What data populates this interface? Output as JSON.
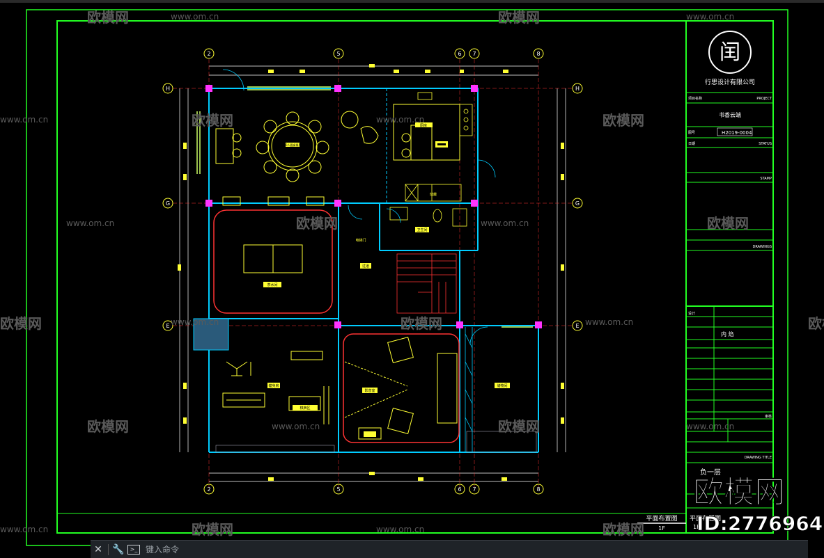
{
  "watermark": {
    "brand": "欧模网",
    "site": "www.om.cn",
    "big_brand": "欧模网",
    "id_label": "ID:2776964"
  },
  "title_block": {
    "logo_glyph": "闰",
    "company": "行思设计有限公司",
    "project_name": "书香云端",
    "drawing_no": "H2019-0004",
    "designer": "内 焰",
    "drawing_title": "负一层",
    "sheet_name": "平面布置图",
    "sheet_scale": "1F",
    "plan_label": "平面布置图",
    "plan_scale": "1F",
    "small_labels": {
      "project": "项目名称",
      "project_en": "PROJECT",
      "no": "图号",
      "status": "STATUS",
      "date": "日期",
      "stamp": "STAMP",
      "drawings": "DRAWINGS",
      "title": "DRAWING TITLE",
      "approved": "审核",
      "designed": "设计"
    }
  },
  "grid": {
    "top_cols": [
      "2",
      "5",
      "6",
      "7",
      "8"
    ],
    "bottom_cols": [
      "2",
      "5",
      "6",
      "7",
      "8"
    ],
    "rows": [
      "H",
      "G",
      "E"
    ]
  },
  "rooms": {
    "dining": "10人圆桌餐厅",
    "kitchen": "厨房",
    "pantry": "储藏",
    "bath": "卫生间",
    "lift": "电梯门",
    "corridor": "过道",
    "tea": "茶水间",
    "gym": "健身房",
    "study": "影音室",
    "storage": "储物间",
    "play": "棋牌区"
  },
  "command_bar": {
    "placeholder": "键入命令",
    "close_icon": "close-icon",
    "wrench_icon": "wrench-icon",
    "terminal_icon": "terminal-icon"
  },
  "colors": {
    "frame_green": "#22ff22",
    "wall_cyan": "#00ccff",
    "furniture_yellow": "#ffff33",
    "accent_red": "#ff3333",
    "magenta": "#ff33ff",
    "white": "#ffffff"
  }
}
